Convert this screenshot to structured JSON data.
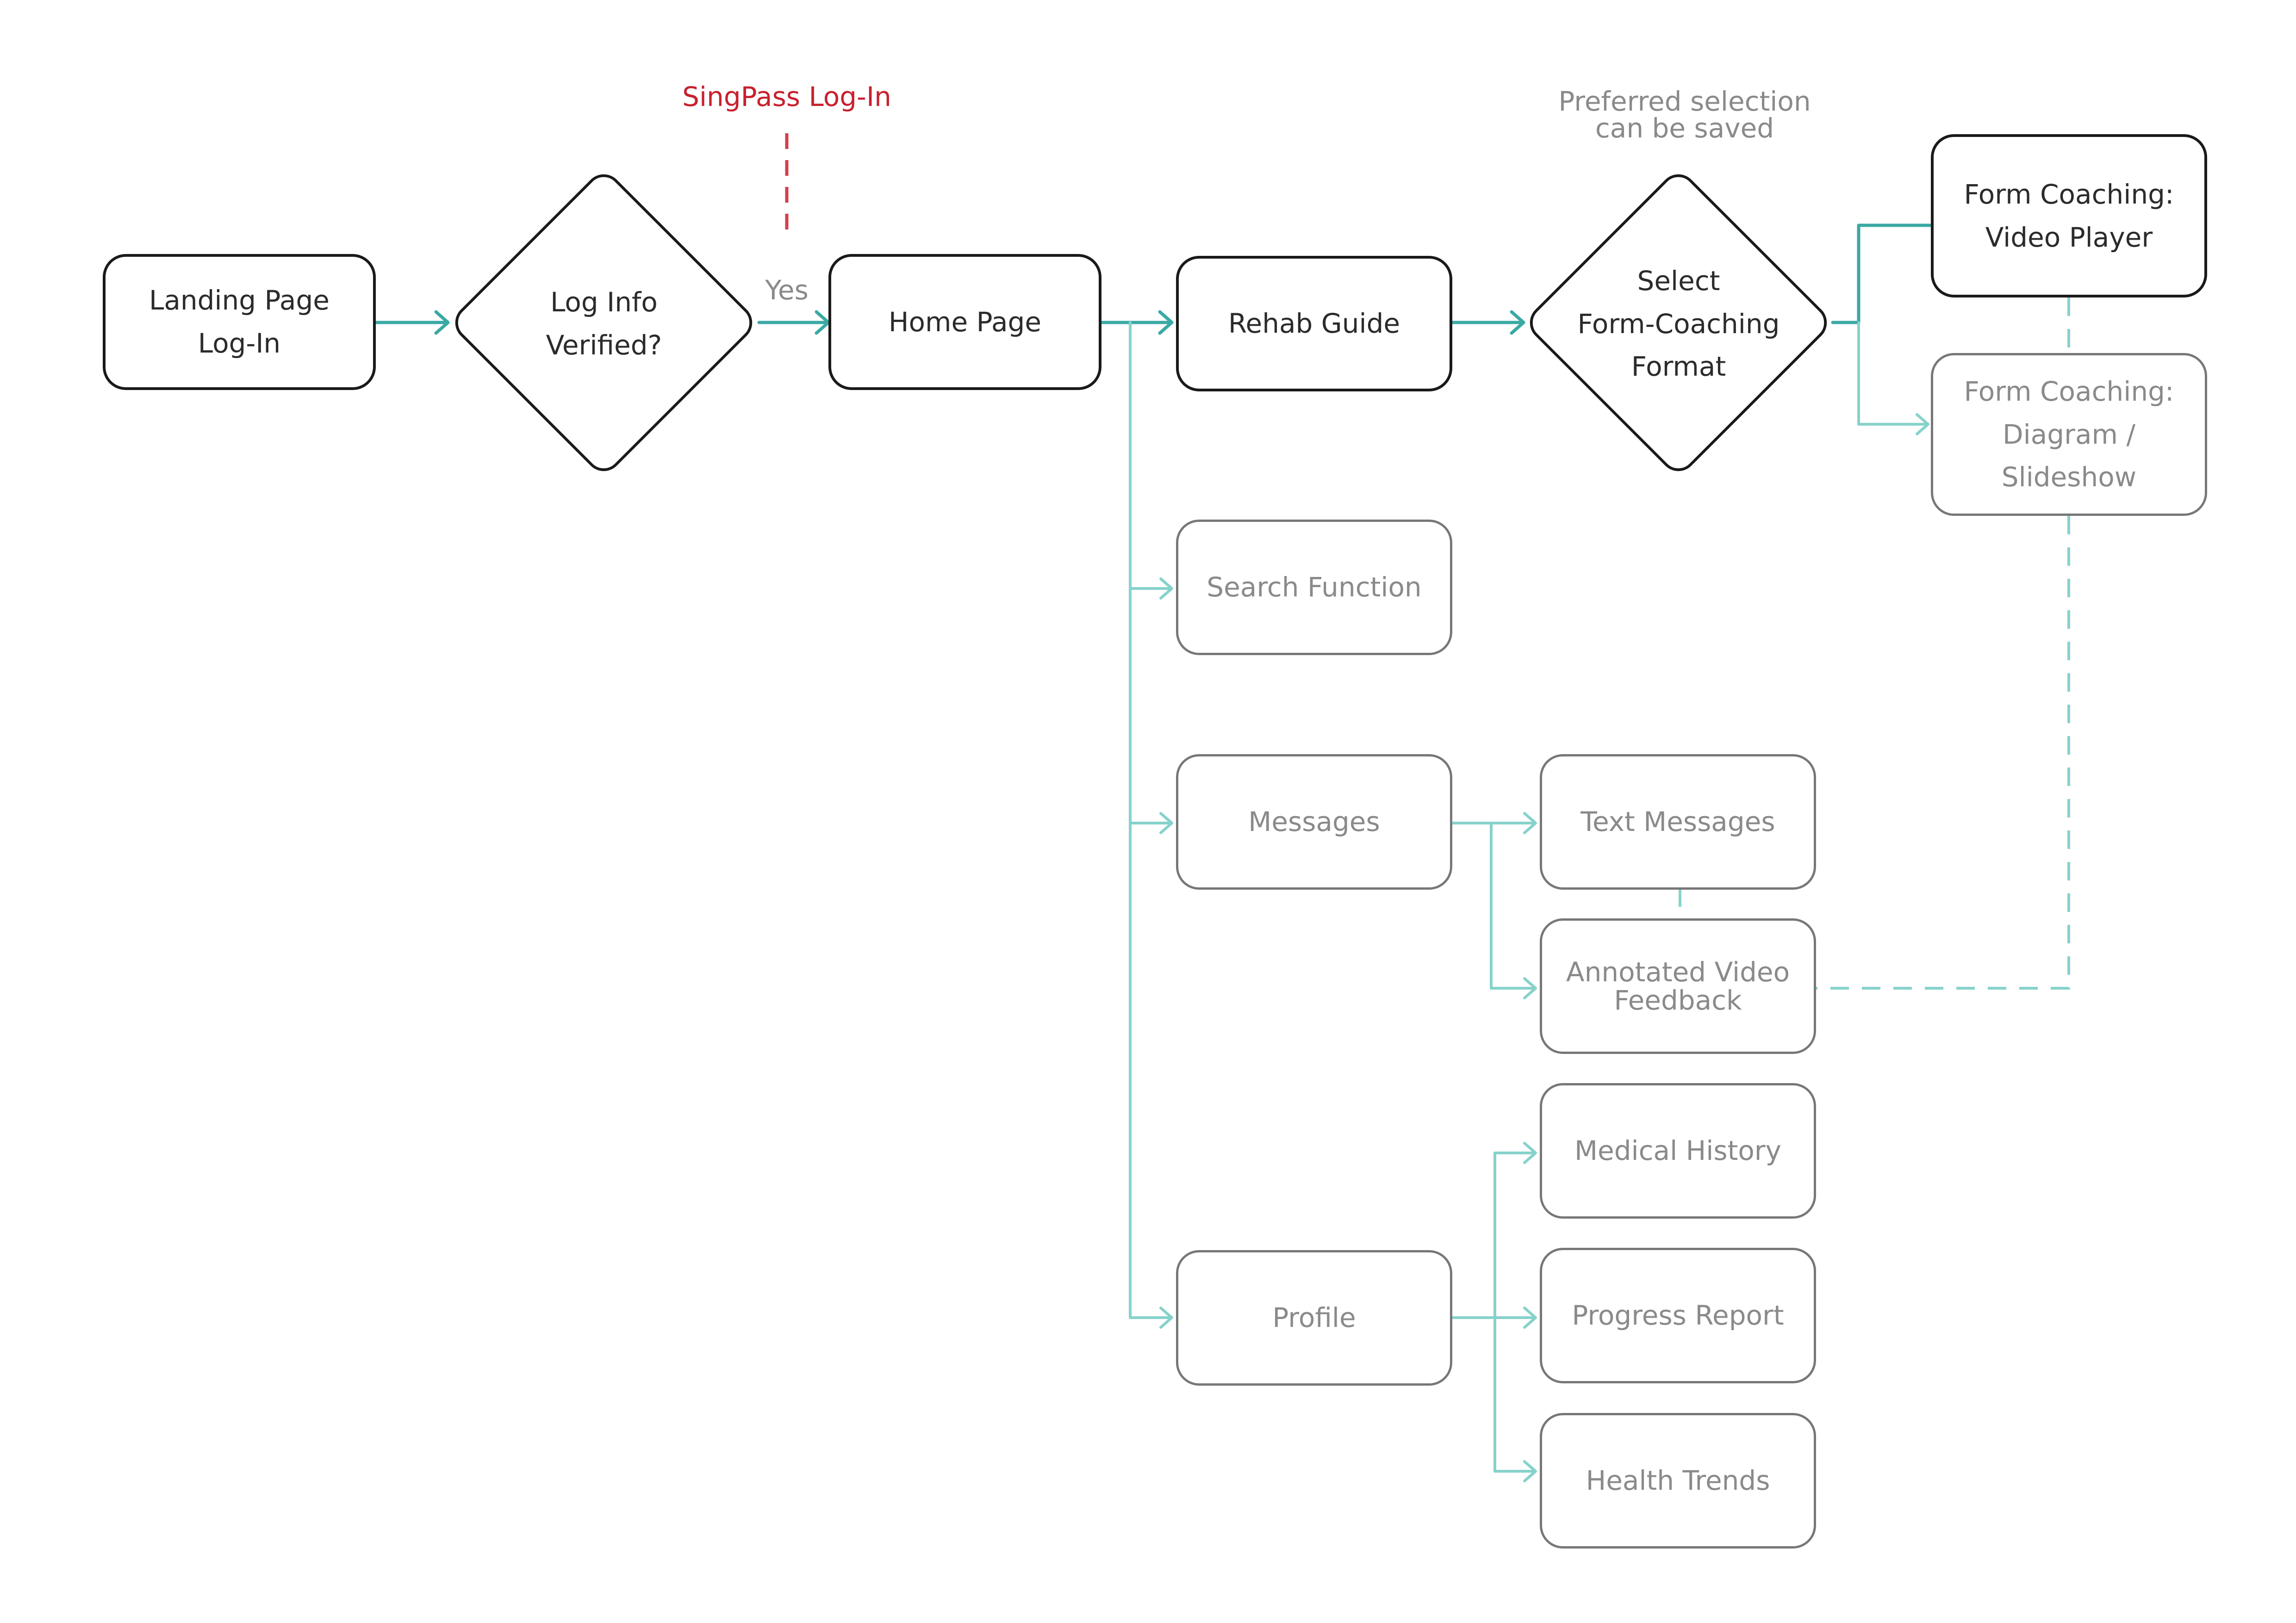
{
  "diagram": {
    "nodes": {
      "landing": [
        "Landing Page",
        "Log-In"
      ],
      "verify": [
        "Log Info",
        "Verified?"
      ],
      "home": "Home Page",
      "rehab": "Rehab Guide",
      "select": [
        "Select",
        "Form-Coaching",
        "Format"
      ],
      "video_player": [
        "Form Coaching:",
        "Video Player"
      ],
      "diagram_slideshow": [
        "Form Coaching:",
        "Diagram /",
        "Slideshow"
      ],
      "search": "Search Function",
      "messages": "Messages",
      "text_messages": "Text Messages",
      "annotated": [
        "Annotated Video",
        "Feedback"
      ],
      "profile": "Profile",
      "medical": "Medical History",
      "progress": "Progress Report",
      "health": "Health Trends"
    },
    "labels": {
      "yes": "Yes",
      "singpass": "SingPass Log-In",
      "preferred": [
        "Preferred selection",
        "can be saved"
      ]
    },
    "colors": {
      "primary_connector": "#3aa9a4",
      "secondary_connector": "#86d2cb",
      "singpass": "#d43f4c",
      "primary_border": "#1a1a1a",
      "secondary_border": "#777777"
    }
  }
}
